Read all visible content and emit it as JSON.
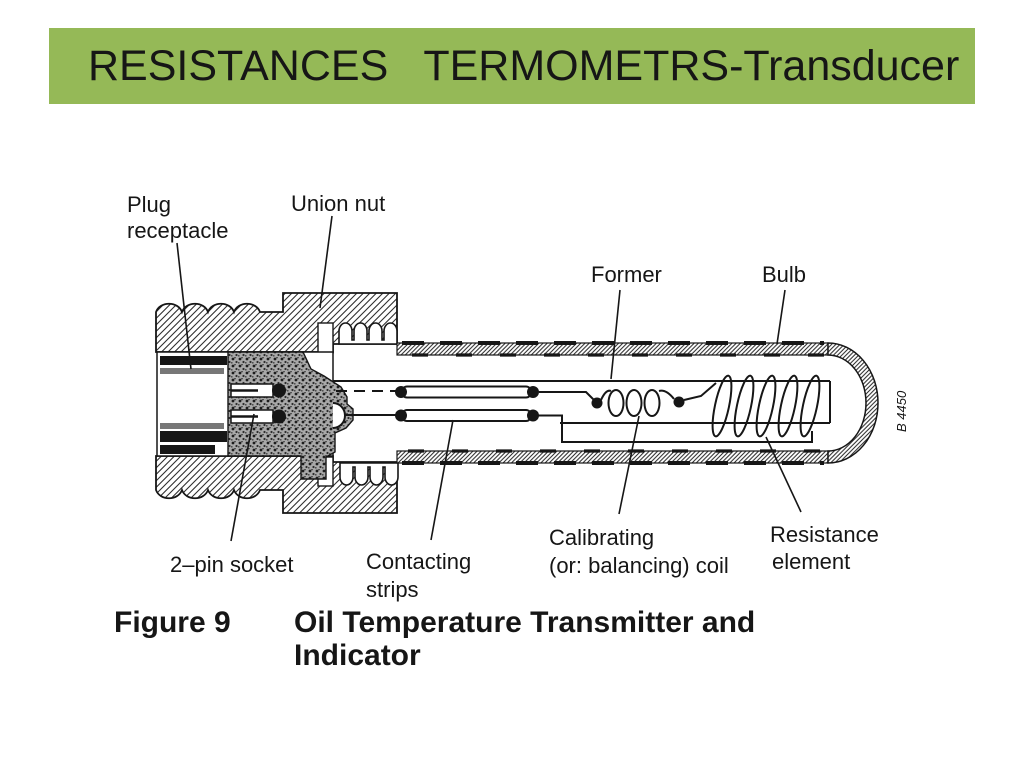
{
  "title": {
    "text": "RESISTANCES   TERMOMETRS-Transducer"
  },
  "colors": {
    "header_bg": "#95b957",
    "ink": "#161616"
  },
  "diagram": {
    "labels": {
      "plug_receptacle": [
        "Plug",
        "receptacle"
      ],
      "union_nut": "Union nut",
      "former": "Former",
      "bulb": "Bulb",
      "two_pin_socket": "2–pin socket",
      "contacting_strips": [
        "Contacting",
        "strips"
      ],
      "calibrating_coil": [
        "Calibrating",
        "(or: balancing) coil"
      ],
      "resistance_element": [
        "Resistance",
        "element"
      ],
      "part_number": "B 4450"
    },
    "caption": {
      "figure": "Figure 9",
      "title_line1": "Oil Temperature Transmitter and",
      "title_line2": "Indicator"
    }
  }
}
